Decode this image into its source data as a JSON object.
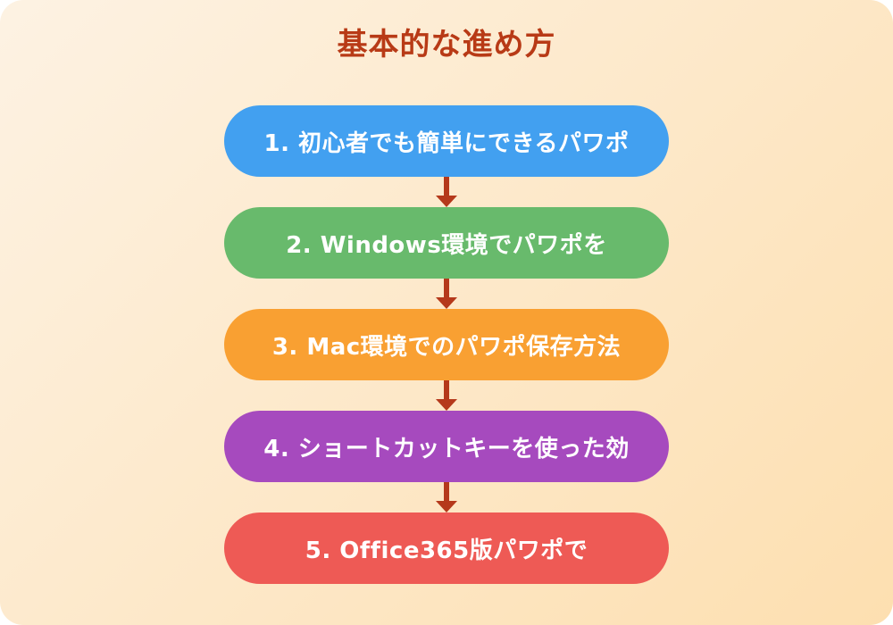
{
  "page": {
    "title": "基本的な進め方",
    "title_color": "#B83A16",
    "arrow_color": "#B5391B",
    "background_gradient_from": "#FDF2E3",
    "background_gradient_to": "#FDDFB0"
  },
  "steps": [
    {
      "label": "1. 初心者でも簡単にできるパワポ",
      "color": "#42A0F0"
    },
    {
      "label": "2. Windows環境でパワポを",
      "color": "#68BA6C"
    },
    {
      "label": "3. Mac環境でのパワポ保存方法",
      "color": "#F9A032"
    },
    {
      "label": "4. ショートカットキーを使った効",
      "color": "#A64ABE"
    },
    {
      "label": "5. Office365版パワポで",
      "color": "#EE5A55"
    }
  ]
}
